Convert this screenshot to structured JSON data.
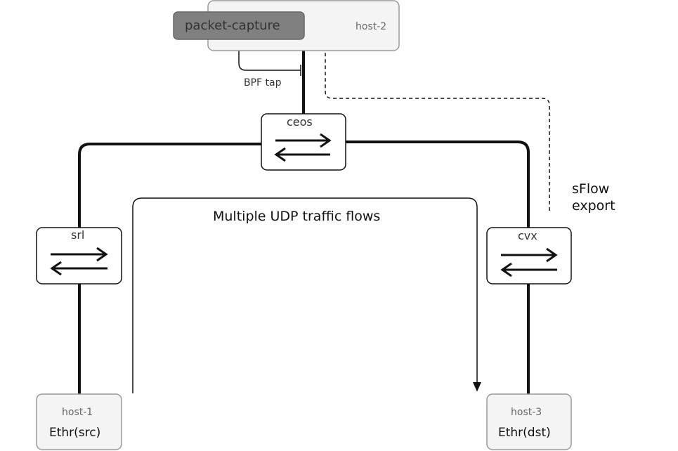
{
  "nodes": {
    "host2": {
      "label": "host-2"
    },
    "packet_capture": {
      "label": "packet-capture"
    },
    "ceos": {
      "label": "ceos"
    },
    "srl": {
      "label": "srl"
    },
    "cvx": {
      "label": "cvx"
    },
    "host1": {
      "label": "host-1",
      "sub": "Ethr(src)"
    },
    "host3": {
      "label": "host-3",
      "sub": "Ethr(dst)"
    }
  },
  "annotations": {
    "bpf_tap": "BPF tap",
    "sflow_line1": "sFlow",
    "sflow_line2": "export",
    "traffic": "Multiple UDP traffic flows"
  },
  "colors": {
    "host_fill": "#f4f4f4",
    "host_stroke": "#999999",
    "capture_fill": "#808080",
    "capture_stroke": "#666666",
    "switch_fill": "#ffffff",
    "link": "#111111"
  }
}
